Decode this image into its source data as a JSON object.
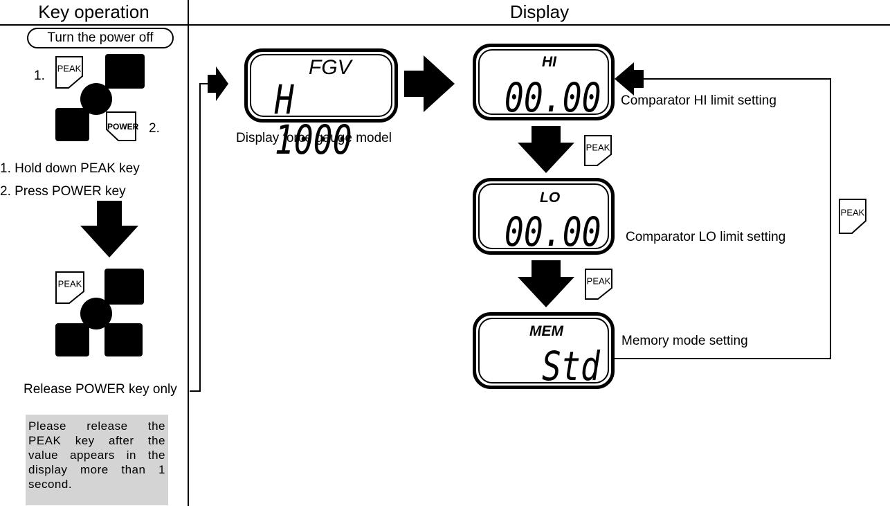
{
  "headers": {
    "key_operation": "Key operation",
    "display": "Display"
  },
  "left": {
    "power_off": "Turn the power off",
    "step1_marker": "1.",
    "step2_marker": "2.",
    "step1": "1. Hold down PEAK key",
    "step2": "2. Press POWER key",
    "release": "Release POWER key only",
    "note": "Please release the PEAK key after the value appears in the display more than 1 second."
  },
  "keys": {
    "peak": "PEAK",
    "power": "POWER"
  },
  "displays": {
    "model": {
      "label": "FGV",
      "value": "H 1000",
      "caption": "Display force gauge model"
    },
    "hi": {
      "label": "HI",
      "value": "00.00",
      "caption": "Comparator HI limit setting"
    },
    "lo": {
      "label": "LO",
      "value": "00.00",
      "caption": "Comparator LO limit setting"
    },
    "mem": {
      "label": "MEM",
      "value": "Std",
      "caption": "Memory mode setting"
    }
  }
}
